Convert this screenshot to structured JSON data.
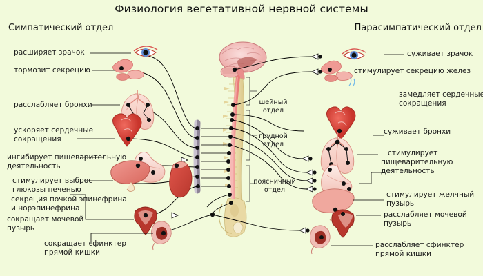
{
  "header": {
    "title": "Физиология вегетативной нервной системы",
    "left_division": "Симпатический отдел",
    "right_division": "Парасимпатический отдел"
  },
  "spinal_segments": [
    {
      "name": "cervical",
      "line1": "шейный",
      "line2": "отдел"
    },
    {
      "name": "thoracic",
      "line1": "грудной",
      "line2": "отдел"
    },
    {
      "name": "lumbar",
      "line1": "поясничный",
      "line2": "отдел"
    }
  ],
  "sympathetic_effects": [
    {
      "organ": "eye",
      "line1": "расширяет зрачок",
      "line2": ""
    },
    {
      "organ": "salivary",
      "line1": "тормозит секрецию",
      "line2": ""
    },
    {
      "organ": "lungs",
      "line1": "расслабляет бронхи",
      "line2": ""
    },
    {
      "organ": "heart",
      "line1": "ускоряет сердечные",
      "line2": "сокращения"
    },
    {
      "organ": "stomach",
      "line1": "ингибирует пищеварительную",
      "line2": "деятельность"
    },
    {
      "organ": "liver",
      "line1": "стимулирует выброс",
      "line2": "глюкозы печенью"
    },
    {
      "organ": "adrenal",
      "line1": "секреция почкой эпинефрина",
      "line2": "и норэпинефрина"
    },
    {
      "organ": "bladder",
      "line1": "сокращает мочевой",
      "line2": "пузырь"
    },
    {
      "organ": "rectum",
      "line1": "сокращает сфинктер",
      "line2": "прямой кишки"
    }
  ],
  "parasympathetic_effects": [
    {
      "organ": "eye",
      "line1": "суживает зрачок",
      "line2": ""
    },
    {
      "organ": "salivary",
      "line1": "стимулирует секрецию желез",
      "line2": ""
    },
    {
      "organ": "heart",
      "line1": "замедляет сердечные",
      "line2": "сокращения"
    },
    {
      "organ": "lungs",
      "line1": "суживает бронхи",
      "line2": ""
    },
    {
      "organ": "stomach",
      "line1": "стимулирует",
      "line2": "пищеварительную",
      "line3": "деятельность"
    },
    {
      "organ": "gallbladder",
      "line1": "стимулирует желчный",
      "line2": "пузырь"
    },
    {
      "organ": "bladder",
      "line1": "расслабляет мочевой",
      "line2": "пузырь"
    },
    {
      "organ": "rectum",
      "line1": "расслабляет сфинктер",
      "line2": "прямой кишки"
    }
  ],
  "colors": {
    "background": "#f2fadb",
    "text": "#1a1a1a",
    "nerve_line": "#000000",
    "brain": "#f2c0bd",
    "spinal_cord": "#f09a9a",
    "vertebrae": "#e8d9a0",
    "sympathetic_chain": "#b3abb8",
    "organ_red": "#e05a4f",
    "organ_pink": "#f0a6a0",
    "lung": "#f7cfc6"
  }
}
